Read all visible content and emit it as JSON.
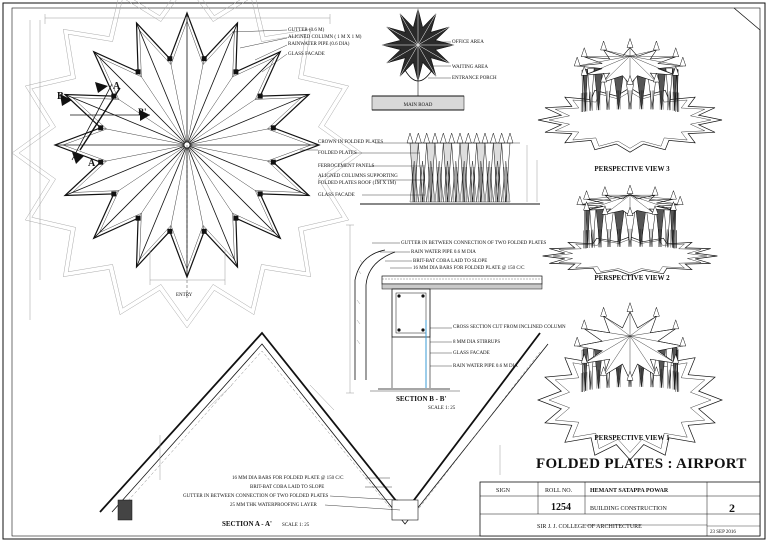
{
  "plan": {
    "section_marks": [
      "B",
      "A",
      "B'",
      "A"
    ],
    "entry_label": "ENTRY",
    "annotations": [
      "GUTTER (0.6 M)",
      "ALIGNED COLUMN ( 1 M X 1 M)",
      "RAINWATER PIPE (0.6 DIA)",
      "GLASS FACADE"
    ]
  },
  "site_plan": {
    "labels": [
      "OFFICE AREA",
      "WAITING AREA",
      "ENTRANCE PORCH"
    ],
    "road_label": "MAIN ROAD"
  },
  "elevation": {
    "labels": [
      "CROWN IN FOLDED PLATES",
      "FOLDED PLATES",
      "FERROCEMENT PANELS",
      "ALIGNED COLUMNS SUPPORTING",
      "FOLDED PLATES ROOF (1M X 1M)",
      "GLASS FACADE"
    ]
  },
  "section_bb": {
    "labels": [
      "GUTTER IN BETWEEN CONNECTION OF TWO FOLDED PLATES",
      "RAIN WATER PIPE 0.6 M DIA",
      "BRIT-BAT COBA LAID TO SLOPE",
      "16 MM DIA BARS FOR FOLDED PLATE @ 150 C/C",
      "CROSS SECTION CUT FROM INCLINED COLUMN",
      "8 MM DIA STIRRUPS",
      "GLASS FACADE",
      "RAIN WATER PIPE 0.6 M DIA"
    ],
    "title": "SECTION B - B'",
    "scale": "SCALE 1: 25"
  },
  "section_aa": {
    "labels": [
      "16 MM DIA BARS FOR FOLDED PLATE @ 150 C/C",
      "BRIT-BAT COBA LAID TO SLOPE",
      "GUTTER IN BETWEEN CONNECTION OF TWO FOLDED PLATES",
      "25 MM THK WATERPROOFING LAYER"
    ],
    "title": "SECTION A - A'",
    "scale": "SCALE 1: 25"
  },
  "perspectives": [
    "PERSPECTIVE VIEW 3",
    "PERSPECTIVE VIEW 2",
    "PERSPECTIVE VIEW 1"
  ],
  "title_block": {
    "title": "FOLDED PLATES : AIRPORT",
    "sign_label": "SIGN",
    "roll_label": "ROLL NO.",
    "roll_no": "1254",
    "name": "HEMANT SATAPPA POWAR",
    "subject": "BUILDING CONSTRUCTION",
    "sheet_no": "2",
    "college": "SIR J. J. COLLEGE OF ARCHITECTURE",
    "date": "23 SEP 2016"
  }
}
